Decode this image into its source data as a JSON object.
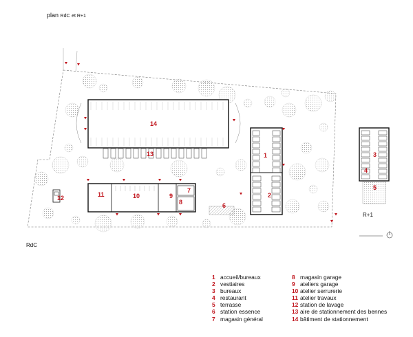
{
  "title": {
    "main": "plan",
    "small": "RdC",
    "rest": "et R+1"
  },
  "plan_labels": {
    "ground": "RdC",
    "upper": "R+1"
  },
  "zones": [
    {
      "id": "14"
    },
    {
      "id": "13"
    },
    {
      "id": "1"
    },
    {
      "id": "2"
    },
    {
      "id": "11"
    },
    {
      "id": "10"
    },
    {
      "id": "9"
    },
    {
      "id": "8"
    },
    {
      "id": "7"
    },
    {
      "id": "6"
    },
    {
      "id": "12"
    },
    {
      "id": "3"
    },
    {
      "id": "4"
    },
    {
      "id": "5"
    }
  ],
  "legend_left": [
    {
      "num": "1",
      "label": "accueil/bureaux"
    },
    {
      "num": "2",
      "label": "vestiaires"
    },
    {
      "num": "3",
      "label": "bureaux"
    },
    {
      "num": "4",
      "label": "restaurant"
    },
    {
      "num": "5",
      "label": "terrasse"
    },
    {
      "num": "6",
      "label": "station essence"
    },
    {
      "num": "7",
      "label": "magasin général"
    }
  ],
  "legend_right": [
    {
      "num": "8",
      "label": "magasin garage"
    },
    {
      "num": "9",
      "label": "ateliers garage"
    },
    {
      "num": "10",
      "label": "atelier serrurerie"
    },
    {
      "num": "11",
      "label": "atelier travaux"
    },
    {
      "num": "12",
      "label": "station de lavage"
    },
    {
      "num": "13",
      "label": "aire de stationnement des bennes"
    },
    {
      "num": "14",
      "label": "bâtiment de stationnement"
    }
  ],
  "colors": {
    "accent": "#c0141c",
    "line": "#222222",
    "tree": "#bdbdbd"
  }
}
